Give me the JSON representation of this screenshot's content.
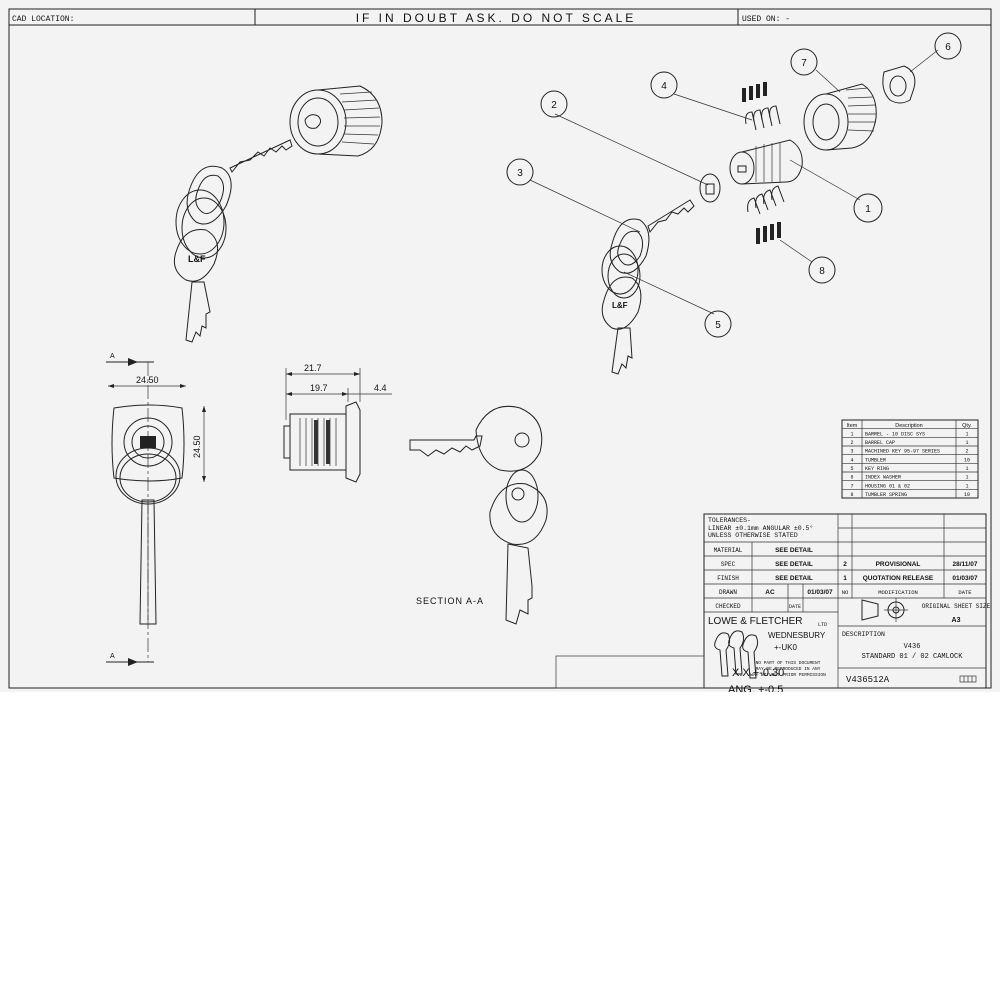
{
  "header": {
    "cad_location_label": "CAD LOCATION:",
    "warning": "IF IN DOUBT ASK. DO NOT SCALE",
    "used_on_label": "USED ON: -"
  },
  "balloons": [
    "1",
    "2",
    "3",
    "4",
    "5",
    "6",
    "7",
    "8"
  ],
  "dimensions": {
    "width_top": "24.50",
    "height_side": "24.50",
    "length_overall": "21.7",
    "length_body": "19.7",
    "flange": "4.4",
    "section_marker": "A"
  },
  "section_label": "SECTION A-A",
  "parts_table": {
    "headers": [
      "Item",
      "Description",
      "Qty."
    ],
    "rows": [
      [
        "1",
        "BARREL - 10 DISC SYS",
        "1"
      ],
      [
        "2",
        "BARREL CAP",
        "1"
      ],
      [
        "3",
        "MACHINED KEY 95-97 SERIES",
        "2"
      ],
      [
        "4",
        "TUMBLER",
        "10"
      ],
      [
        "5",
        "KEY RING",
        "1"
      ],
      [
        "6",
        "INDEX WASHER",
        "1"
      ],
      [
        "7",
        "HOUSING 01 & 02",
        "1"
      ],
      [
        "8",
        "TUMBLER SPRING",
        "10"
      ]
    ]
  },
  "title_block": {
    "tolerances": "TOLERANCES-\nLINEAR ±0.1mm ANGULAR ±0.5°\nUNLESS OTHERWISE STATED",
    "material_label": "MATERIAL",
    "material_value": "SEE DETAIL",
    "spec_label": "SPEC",
    "spec_value": "SEE DETAIL",
    "finish_label": "FINISH",
    "finish_value": "SEE DETAIL",
    "drawn_label": "DRAWN",
    "drawn_by": "AC",
    "drawn_date": "01/03/07",
    "checked_label": "CHECKED",
    "date_label": "DATE",
    "revisions": [
      {
        "no": "2",
        "mod": "PROVISIONAL",
        "date": "28/11/07"
      },
      {
        "no": "1",
        "mod": "QUOTATION RELEASE",
        "date": "01/03/07"
      }
    ],
    "rev_headers": [
      "NO",
      "MODIFICATION",
      "DATE"
    ],
    "original_sheet": "ORIGINAL SHEET SIZE",
    "sheet_size": "A3",
    "company": "LOWE & FLETCHER",
    "company_suffix": "LTD",
    "town": "WEDNESBURY",
    "country": "+-UK0",
    "tol_line1": "X.X  +-0.30",
    "tol_line2": "ANG.  +-0.5",
    "copyright": "NO PART OF THIS DOCUMENT MAY BE REPRODUCED IN ANY WAY WITHOUT PRIOR PERMISSION",
    "description_label": "DESCRIPTION",
    "desc_line1": "V436",
    "desc_line2": "STANDARD 01 / 02 CAMLOCK",
    "drawing_no": "V436512A"
  }
}
